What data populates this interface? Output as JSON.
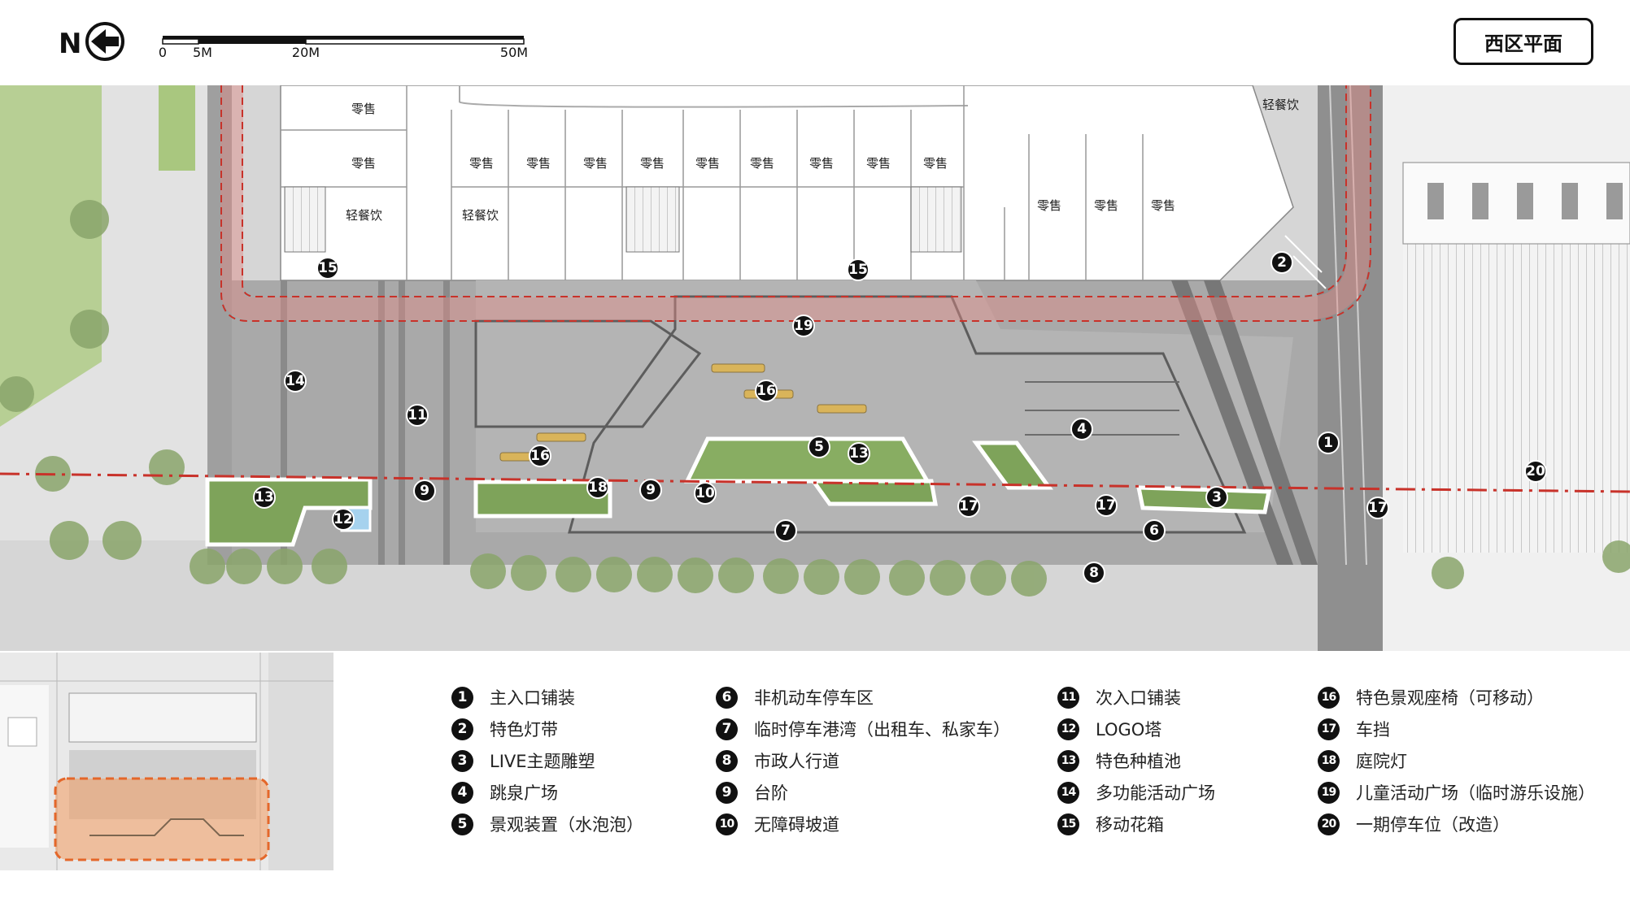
{
  "header": {
    "north_label": "N",
    "scale_ticks": [
      "0",
      "5M",
      "20M",
      "50M"
    ],
    "zone_title": "西区平面"
  },
  "shop_labels": {
    "retail": "零售",
    "light_food": "轻餐饮"
  },
  "markers": [
    "1",
    "2",
    "3",
    "4",
    "5",
    "6",
    "7",
    "8",
    "9",
    "10",
    "11",
    "12",
    "13",
    "14",
    "15",
    "16",
    "17",
    "18",
    "19",
    "20"
  ],
  "legend": [
    {
      "num": "1",
      "text": "主入口铺装"
    },
    {
      "num": "2",
      "text": "特色灯带"
    },
    {
      "num": "3",
      "text": "LIVE主题雕塑"
    },
    {
      "num": "4",
      "text": "跳泉广场"
    },
    {
      "num": "5",
      "text": "景观装置（水泡泡）"
    },
    {
      "num": "6",
      "text": "非机动车停车区"
    },
    {
      "num": "7",
      "text": "临时停车港湾（出租车、私家车）"
    },
    {
      "num": "8",
      "text": "市政人行道"
    },
    {
      "num": "9",
      "text": "台阶"
    },
    {
      "num": "10",
      "text": "无障碍坡道"
    },
    {
      "num": "11",
      "text": "次入口铺装"
    },
    {
      "num": "12",
      "text": "LOGO塔"
    },
    {
      "num": "13",
      "text": "特色种植池"
    },
    {
      "num": "14",
      "text": "多功能活动广场"
    },
    {
      "num": "15",
      "text": "移动花箱"
    },
    {
      "num": "16",
      "text": "特色景观座椅（可移动）"
    },
    {
      "num": "17",
      "text": "车挡"
    },
    {
      "num": "18",
      "text": "庭院灯"
    },
    {
      "num": "19",
      "text": "儿童活动广场（临时游乐设施）"
    },
    {
      "num": "20",
      "text": "一期停车位（改造）"
    }
  ],
  "colors": {
    "paving": "#a9a9a9",
    "paving_light": "#c4c4c4",
    "grass": "#7ea35a",
    "tree": "#8aa56b",
    "fire_lane": "#d8423a",
    "highlight": "#f29a5e"
  }
}
